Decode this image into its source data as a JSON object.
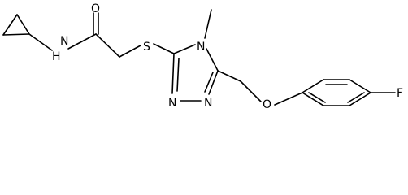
{
  "molecule": {
    "atoms": {
      "oxygen_carbonyl": "O",
      "amide_nh": "N",
      "amide_h": "H",
      "sulfur": "S",
      "ring_n4": "N",
      "ring_n1": "N",
      "ring_n2": "N",
      "methyl": "",
      "ether_oxygen": "O",
      "fluorine": "F"
    },
    "colors": {
      "bond": "#000000",
      "label": "#000000",
      "background": "#ffffff"
    }
  }
}
